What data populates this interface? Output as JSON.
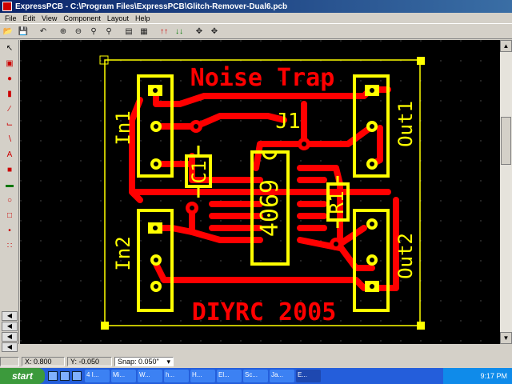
{
  "window": {
    "title": "ExpressPCB - C:\\Program Files\\ExpressPCB\\Glitch-Remover-Dual6.pcb"
  },
  "menu": [
    "File",
    "Edit",
    "View",
    "Component",
    "Layout",
    "Help"
  ],
  "board": {
    "title": "Noise Trap",
    "footer": "DIYRC 2005",
    "chip_label": "4069",
    "jumper_label": "J1",
    "cap_label": "C1",
    "res_label": "R1",
    "connectors": [
      {
        "label": "In1"
      },
      {
        "label": "In2"
      },
      {
        "label": "Out1"
      },
      {
        "label": "Out2"
      }
    ],
    "colors": {
      "silk": "#ffff00",
      "copper": "#ff0000",
      "background": "#000000",
      "pad": "#ffff00"
    }
  },
  "status": {
    "x": "X: 0.800",
    "y": "Y: -0.050",
    "snap": "Snap: 0.050\"",
    "snap_options": [
      "Snap: 0.050\""
    ]
  },
  "taskbar": {
    "start": "start",
    "tasks": [
      "4 I...",
      "Mi...",
      "W...",
      "h...",
      "H...",
      "El...",
      "Sc...",
      "Ja...",
      "E..."
    ],
    "clock": "9:17 PM"
  },
  "toolbar": {
    "icons": [
      "open-icon",
      "save-icon",
      "undo-icon",
      "zoom-in-icon",
      "zoom-out-icon",
      "zoom-fit-icon",
      "zoom-area-icon",
      "layers-icon",
      "layers2-icon",
      "flip-top-icon",
      "flip-bottom-icon",
      "move-icon",
      "pan-icon"
    ]
  },
  "tools": [
    "select-icon",
    "place-icon",
    "pad-icon",
    "component-icon",
    "trace-icon",
    "corner-icon",
    "line-icon",
    "text-icon",
    "copper-icon",
    "rect-icon",
    "circle-icon",
    "square-icon",
    "via-icon",
    "grid-icon"
  ]
}
